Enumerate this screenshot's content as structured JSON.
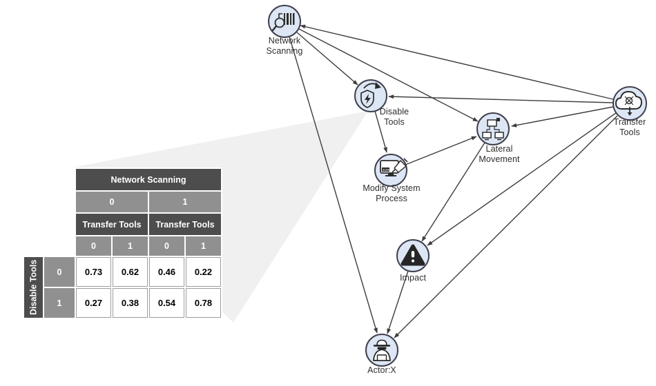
{
  "diagram_title": "",
  "colors": {
    "node_fill": "#dce6f4",
    "node_border": "#3f3f4d",
    "edge": "#3d3d3d",
    "cone": "#f0f0f0",
    "table_dark": "#4d4d4d",
    "table_mid": "#909090"
  },
  "nodes": {
    "network_scanning": {
      "label": "Network Scanning",
      "icon": "barcode-scanner-icon"
    },
    "disable_tools": {
      "label": "Disable Tools",
      "icon": "shield-refresh-icon"
    },
    "lateral_movement": {
      "label": "Lateral Movement",
      "icon": "network-computers-icon"
    },
    "transfer_tools": {
      "label": "Transfer Tools",
      "icon": "cloud-download-icon"
    },
    "modify_system_process": {
      "label": "Modify System Process",
      "icon": "monitor-edit-icon",
      "icon_text": "010011"
    },
    "impact": {
      "label": "Impact",
      "icon": "warning-triangle-icon"
    },
    "actor_x": {
      "label": "Actor:X",
      "icon": "spy-icon"
    }
  },
  "edges": [
    {
      "from": "Transfer Tools",
      "to": "Network Scanning"
    },
    {
      "from": "Transfer Tools",
      "to": "Disable Tools"
    },
    {
      "from": "Transfer Tools",
      "to": "Lateral Movement"
    },
    {
      "from": "Transfer Tools",
      "to": "Impact"
    },
    {
      "from": "Transfer Tools",
      "to": "Actor:X"
    },
    {
      "from": "Network Scanning",
      "to": "Disable Tools"
    },
    {
      "from": "Network Scanning",
      "to": "Lateral Movement"
    },
    {
      "from": "Network Scanning",
      "to": "Actor:X"
    },
    {
      "from": "Disable Tools",
      "to": "Modify System Process"
    },
    {
      "from": "Modify System Process",
      "to": "Lateral Movement"
    },
    {
      "from": "Lateral Movement",
      "to": "Impact"
    },
    {
      "from": "Impact",
      "to": "Actor:X"
    }
  ],
  "cpt": {
    "callout_target": "Disable Tools",
    "col_parent": "Network Scanning",
    "col_parent_states": [
      "0",
      "1"
    ],
    "sub_parent": "Transfer Tools",
    "sub_states": [
      "0",
      "1",
      "0",
      "1"
    ],
    "row_parent": "Disable Tools",
    "rows": [
      {
        "state": "0",
        "values": [
          "0.73",
          "0.62",
          "0.46",
          "0.22"
        ]
      },
      {
        "state": "1",
        "values": [
          "0.27",
          "0.38",
          "0.54",
          "0.78"
        ]
      }
    ]
  }
}
